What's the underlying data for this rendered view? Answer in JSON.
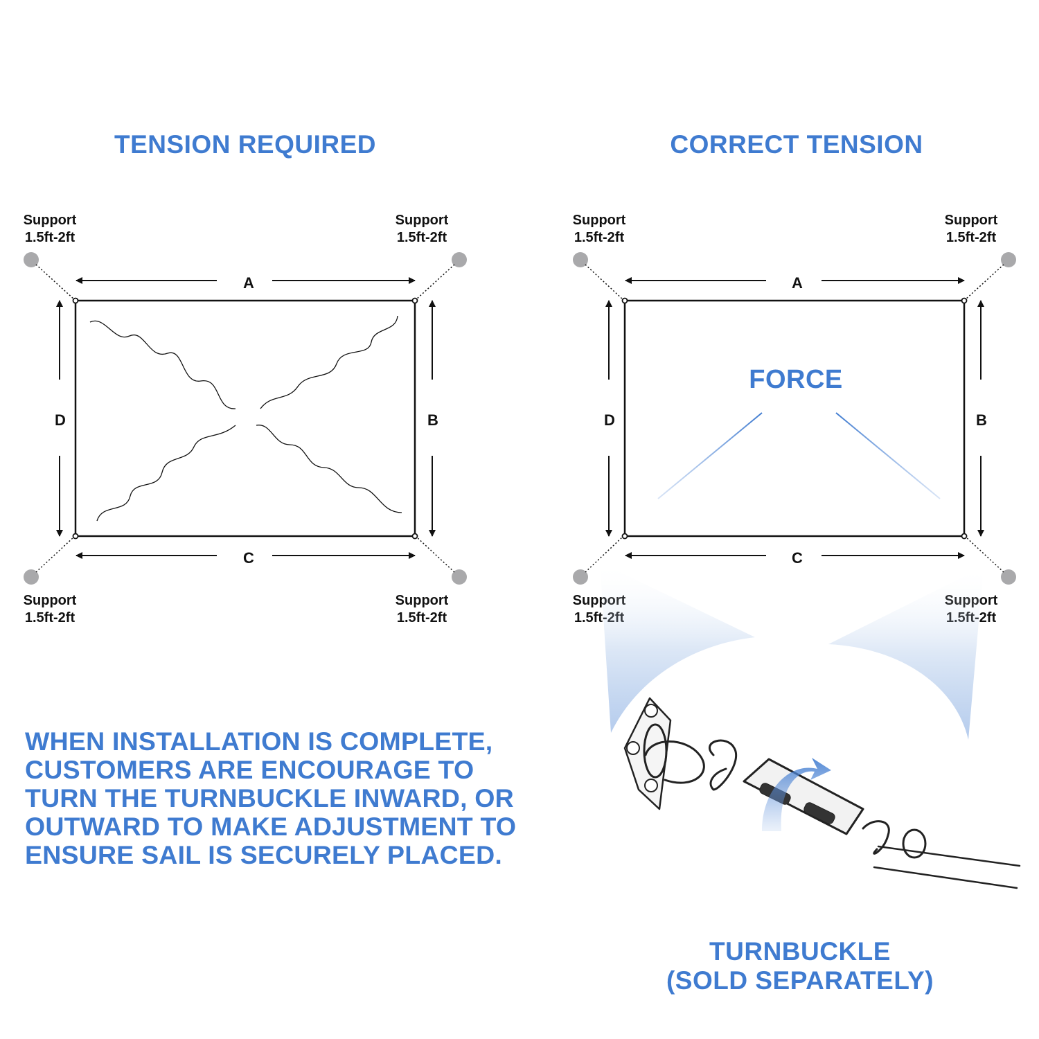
{
  "left_panel": {
    "title": "TENSION REQUIRED",
    "support_label": "Support",
    "support_range": "1.5ft-2ft",
    "sides": {
      "top": "A",
      "right": "B",
      "bottom": "C",
      "left": "D"
    }
  },
  "right_panel": {
    "title": "CORRECT TENSION",
    "force_label": "FORCE",
    "support_label": "Support",
    "support_range": "1.5ft-2ft",
    "sides": {
      "top": "A",
      "right": "B",
      "bottom": "C",
      "left": "D"
    }
  },
  "instruction": {
    "lines": [
      "WHEN INSTALLATION IS COMPLETE,",
      "CUSTOMERS ARE ENCOURAGE TO",
      "TURN THE TURNBUCKLE INWARD, OR",
      "OUTWARD TO MAKE ADJUSTMENT TO",
      "ENSURE SAIL IS SECURELY PLACED."
    ]
  },
  "turnbuckle": {
    "title": "TURNBUCKLE",
    "note": "(SOLD SEPARATELY)"
  },
  "colors": {
    "accent": "#3f7bd0",
    "ink": "#111111",
    "support_dot": "#a9a9ab",
    "force_line": "#4f86d6"
  }
}
